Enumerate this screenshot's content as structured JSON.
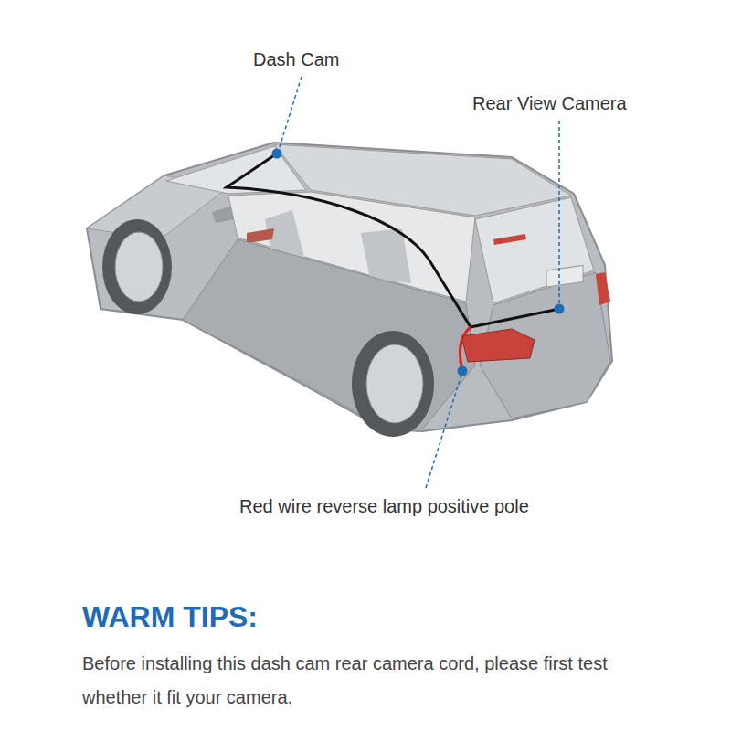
{
  "diagram": {
    "labels": [
      "Dash Cam",
      "Rear View Camera",
      "Red wire reverse lamp positive pole",
      "WARM TIPS:",
      "Before installing this dash cam rear camera cord, please first test whether it fit your camera."
    ]
  }
}
